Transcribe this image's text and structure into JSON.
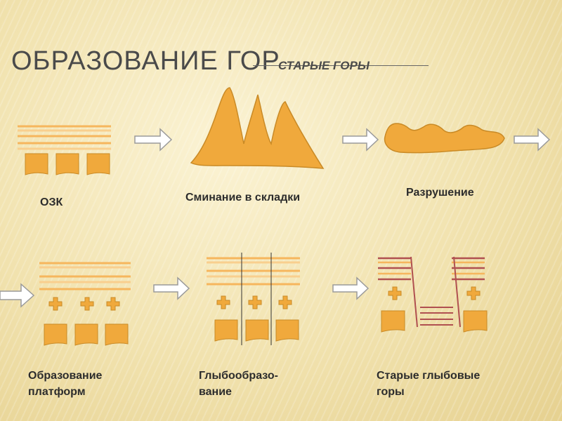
{
  "slide": {
    "title": "ОБРАЗОВАНИЕ ГОР",
    "subtitle": "СТАРЫЕ ГОРЫ"
  },
  "stages": {
    "ozk": "ОЗК",
    "folding": "Сминание в складки",
    "destruction": "Разрушение",
    "platform_line1": "Образование",
    "platform_line2": "платформ",
    "block_line1": "Глыбообразо-",
    "block_line2": "вание",
    "old_block_line1": "Старые глыбовые",
    "old_block_line2": "горы"
  },
  "colors": {
    "fill": "#f0a93c",
    "stroke": "#c98a26",
    "layer_orange": "#f6b65d",
    "layer_red": "#b05050",
    "arrow": "#d6d6d6"
  }
}
